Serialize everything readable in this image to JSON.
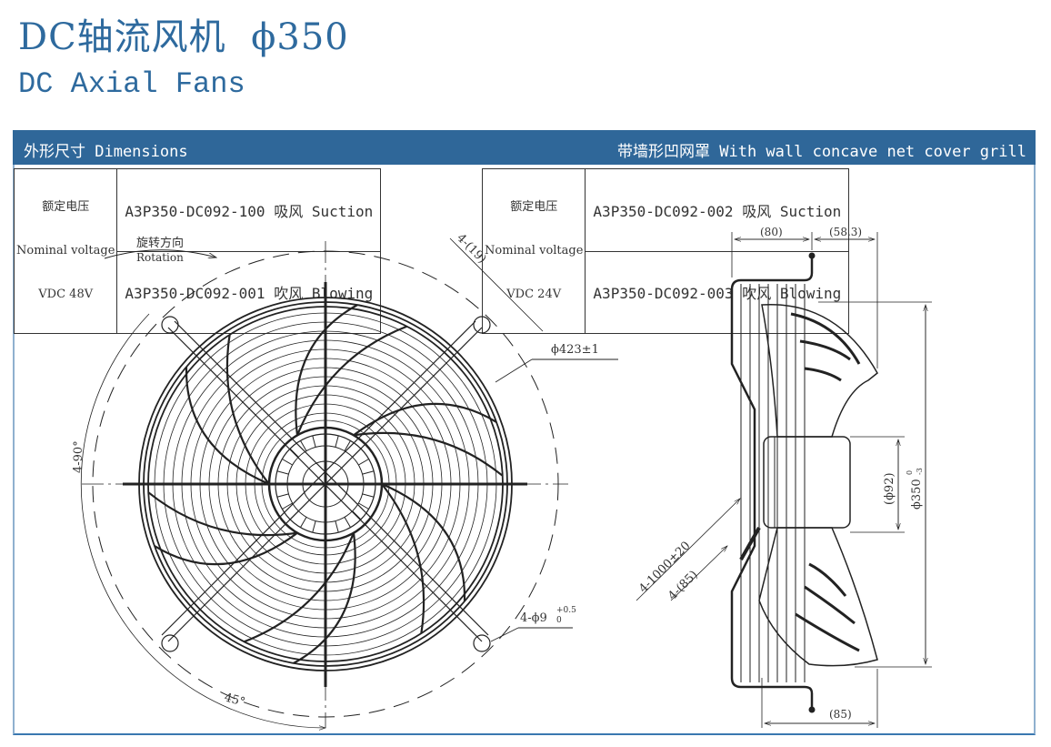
{
  "header": {
    "title_cn": "DC轴流风机",
    "size_label": "ϕ350",
    "title_en": "DC Axial Fans"
  },
  "section_bar": {
    "left_label": "外形尺寸 Dimensions",
    "right_label": "带墙形凹网罩 With wall concave net cover grill"
  },
  "spec_tables": [
    {
      "voltage_cn": "额定电压",
      "voltage_en": "Nominal voltage",
      "voltage_value": "VDC 48V",
      "models": [
        {
          "code": "A3P350-DC092-100",
          "mode_cn": "吸风",
          "mode_en": "Suction"
        },
        {
          "code": "A3P350-DC092-001",
          "mode_cn": "吹风",
          "mode_en": "Blowing"
        }
      ]
    },
    {
      "voltage_cn": "额定电压",
      "voltage_en": "Nominal voltage",
      "voltage_value": "VDC 24V",
      "models": [
        {
          "code": "A3P350-DC092-002",
          "mode_cn": "吸风",
          "mode_en": "Suction"
        },
        {
          "code": "A3P350-DC092-003",
          "mode_cn": "吹风",
          "mode_en": "Blowing"
        }
      ]
    }
  ],
  "front_view": {
    "rotation_cn": "旋转方向",
    "rotation_en": "Rotation",
    "slot_width": "4-(19)",
    "mount_diameter": "ϕ423±1",
    "hole_spec": "4-ϕ9",
    "hole_tol_upper": "+0.5",
    "hole_tol_lower": "0",
    "angle_spacing": "4-90°",
    "angle_offset": "45°"
  },
  "side_view": {
    "depth_front": "(80)",
    "depth_rear": "(58.3)",
    "hub_diameter": "(ϕ92)",
    "fan_diameter": "ϕ350",
    "fan_tol_upper": "0",
    "fan_tol_lower": "-3",
    "cable_length": "4-1000±20",
    "cable_strip": "4-(85)",
    "bracket_depth": "(85)"
  },
  "colors": {
    "brand": "#2e6a9e",
    "bar": "#2f6799",
    "line": "#222222"
  }
}
